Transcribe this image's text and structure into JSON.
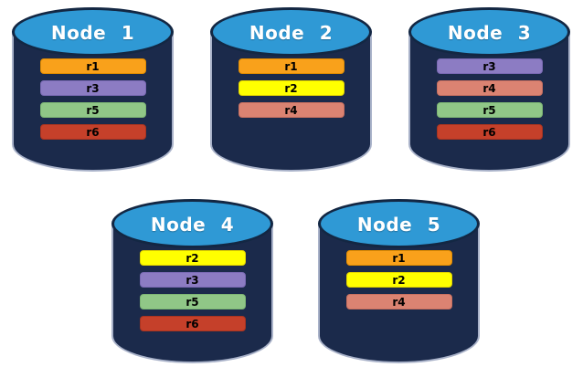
{
  "background": "#FFFFFF",
  "cylinder_style": {
    "body_color": "#1B2A4B",
    "top_color": "#2F99D5",
    "outline_color": "#132743",
    "halo_color": "#A9B2C9",
    "title_color": "#FFFFFF"
  },
  "replica_colors": {
    "r1": {
      "fill": "#F9A11B",
      "border": "#E28D00"
    },
    "r2": {
      "fill": "#FFFF00",
      "border": "#E3D400"
    },
    "r3": {
      "fill": "#8C7CC3",
      "border": "#7A6AB4"
    },
    "r4": {
      "fill": "#DB8372",
      "border": "#C87060"
    },
    "r5": {
      "fill": "#90C787",
      "border": "#7DB674"
    },
    "r6": {
      "fill": "#C5402A",
      "border": "#A93420"
    }
  },
  "nodes": [
    {
      "label": "Node 1",
      "replicas": [
        "r1",
        "r3",
        "r5",
        "r6"
      ]
    },
    {
      "label": "Node 2",
      "replicas": [
        "r1",
        "r2",
        "r4"
      ]
    },
    {
      "label": "Node 3",
      "replicas": [
        "r3",
        "r4",
        "r5",
        "r6"
      ]
    },
    {
      "label": "Node 4",
      "replicas": [
        "r2",
        "r3",
        "r5",
        "r6"
      ]
    },
    {
      "label": "Node 5",
      "replicas": [
        "r1",
        "r2",
        "r4"
      ]
    }
  ]
}
